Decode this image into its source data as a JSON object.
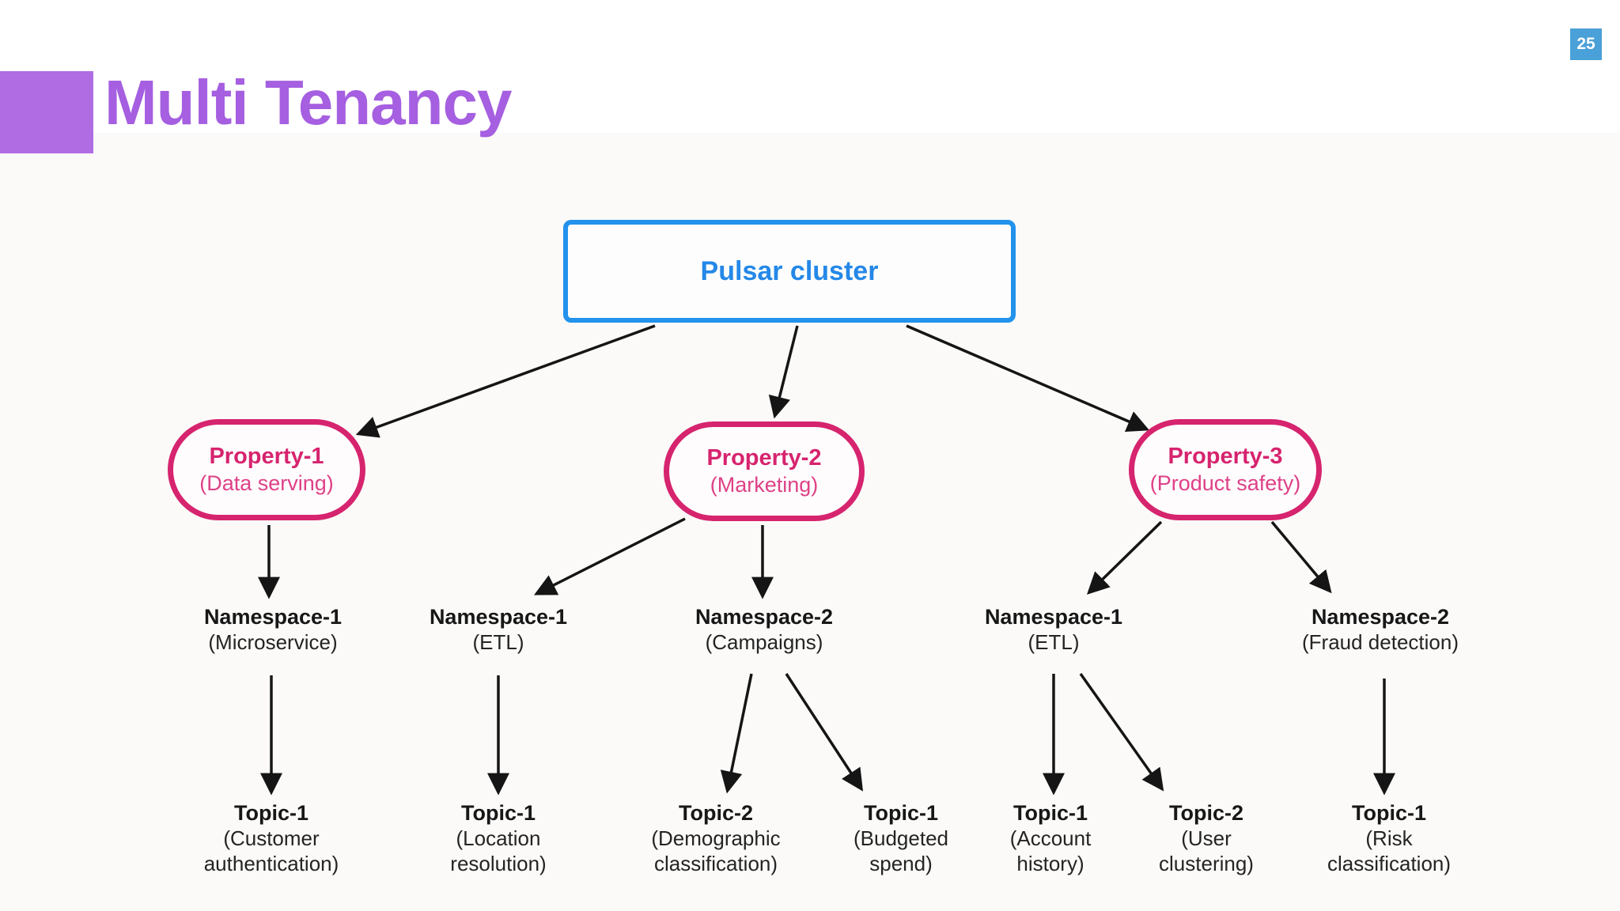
{
  "page": {
    "badge_number": "25"
  },
  "header": {
    "title": "Multi Tenancy"
  },
  "diagram": {
    "root": {
      "label": "Pulsar cluster"
    },
    "properties": [
      {
        "title": "Property-1",
        "subtitle": "(Data serving)"
      },
      {
        "title": "Property-2",
        "subtitle": "(Marketing)"
      },
      {
        "title": "Property-3",
        "subtitle": "(Product safety)"
      }
    ],
    "namespaces": [
      {
        "title": "Namespace-1",
        "subtitle": "(Microservice)",
        "parent": "Property-1"
      },
      {
        "title": "Namespace-1",
        "subtitle": "(ETL)",
        "parent": "Property-2"
      },
      {
        "title": "Namespace-2",
        "subtitle": "(Campaigns)",
        "parent": "Property-2"
      },
      {
        "title": "Namespace-1",
        "subtitle": "(ETL)",
        "parent": "Property-3"
      },
      {
        "title": "Namespace-2",
        "subtitle": "(Fraud detection)",
        "parent": "Property-3"
      }
    ],
    "topics": [
      {
        "title": "Topic-1",
        "subtitle": "(Customer authentication)",
        "parent": "Namespace-1 (Microservice)"
      },
      {
        "title": "Topic-1",
        "subtitle": "(Location resolution)",
        "parent": "Namespace-1 (ETL) / Property-2"
      },
      {
        "title": "Topic-2",
        "subtitle": "(Demographic classification)",
        "parent": "Namespace-2 (Campaigns)"
      },
      {
        "title": "Topic-1",
        "subtitle": "(Budgeted spend)",
        "parent": "Namespace-2 (Campaigns)"
      },
      {
        "title": "Topic-1",
        "subtitle": "(Account history)",
        "parent": "Namespace-1 (ETL) / Property-3"
      },
      {
        "title": "Topic-2",
        "subtitle": "(User clustering)",
        "parent": "Namespace-1 (ETL) / Property-3"
      },
      {
        "title": "Topic-1",
        "subtitle": "(Risk classification)",
        "parent": "Namespace-2 (Fraud detection)"
      }
    ],
    "colors": {
      "title_purple": "#a55fe0",
      "accent_bar_purple": "#b06ce3",
      "badge_blue": "#4aa0d8",
      "root_border_blue": "#2292ec",
      "root_text_blue": "#2488e8",
      "property_pink": "#d6246e",
      "arrow_black": "#151515"
    }
  }
}
